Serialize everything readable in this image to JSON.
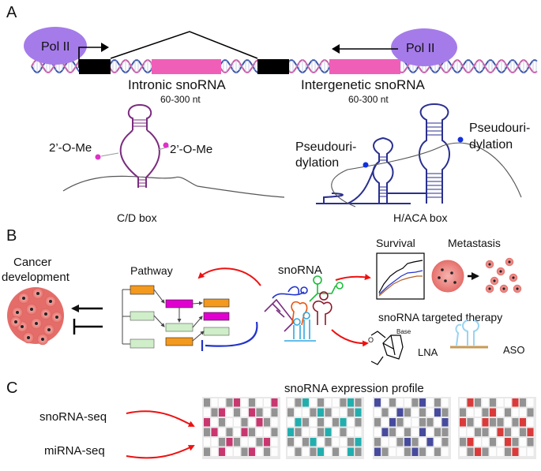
{
  "panels": {
    "a": "A",
    "b": "B",
    "c": "C"
  },
  "panel_a": {
    "pol_left": "Pol II",
    "pol_right": "Pol II",
    "intronic_label": "Intronic snoRNA",
    "intronic_size": "60-300 nt",
    "intergenic_label": "Intergenetic snoRNA",
    "intergenic_size": "60-300 nt",
    "methyl_left": "2’-O-Me",
    "methyl_right": "2’-O-Me",
    "cd_box": "C/D box",
    "pseudo_left_1": "Pseudouri-",
    "pseudo_left_2": "dylation",
    "pseudo_right_1": "Pseudouri-",
    "pseudo_right_2": "dylation",
    "haca_box": "H/ACA box"
  },
  "panel_b": {
    "cancer_1": "Cancer",
    "cancer_2": "development",
    "pathway": "Pathway",
    "snorna": "snoRNA",
    "survival": "Survival",
    "metastasis": "Metastasis",
    "therapy": "snoRNA targeted therapy",
    "lna": "LNA",
    "aso": "ASO",
    "base": "Base",
    "oh": "O"
  },
  "panel_c": {
    "profile": "snoRNA expression profile",
    "seq1": "snoRNA-seq",
    "seq2": "miRNA-seq"
  },
  "heatmaps": [
    {
      "accent": "#c2185b",
      "cells": [
        0,
        1,
        1,
        0,
        2,
        1,
        0,
        1,
        1,
        2,
        1,
        0,
        2,
        1,
        0,
        1,
        2,
        0,
        1,
        0,
        2,
        1,
        0,
        1,
        1,
        0,
        1,
        2,
        0,
        1,
        0,
        2,
        1,
        0,
        1,
        2,
        0,
        1,
        1,
        0,
        1,
        1,
        0,
        2,
        0,
        1,
        1,
        0,
        2,
        1,
        0,
        1,
        2,
        1,
        1,
        0,
        2,
        1,
        0,
        1
      ]
    },
    {
      "accent": "#00a3a3",
      "cells": [
        1,
        0,
        2,
        1,
        0,
        1,
        1,
        0,
        2,
        0,
        0,
        1,
        1,
        0,
        2,
        0,
        1,
        1,
        0,
        2,
        1,
        2,
        0,
        1,
        0,
        1,
        0,
        2,
        1,
        0,
        2,
        0,
        1,
        1,
        0,
        2,
        1,
        0,
        1,
        1,
        0,
        1,
        0,
        2,
        1,
        0,
        1,
        1,
        0,
        2,
        1,
        0,
        1,
        0,
        2,
        1,
        0,
        1,
        2,
        0
      ]
    },
    {
      "accent": "#2a2f8f",
      "cells": [
        2,
        1,
        0,
        1,
        1,
        0,
        2,
        1,
        0,
        1,
        1,
        0,
        1,
        2,
        0,
        1,
        0,
        1,
        2,
        0,
        0,
        1,
        2,
        0,
        1,
        1,
        0,
        0,
        1,
        2,
        1,
        2,
        0,
        1,
        0,
        1,
        2,
        1,
        0,
        0,
        0,
        1,
        1,
        0,
        2,
        0,
        1,
        2,
        1,
        0,
        2,
        0,
        1,
        1,
        0,
        2,
        0,
        1,
        0,
        1
      ]
    },
    {
      "accent": "#d81b1b",
      "cells": [
        1,
        2,
        0,
        1,
        0,
        1,
        1,
        2,
        0,
        1,
        0,
        1,
        1,
        0,
        2,
        1,
        0,
        1,
        1,
        0,
        2,
        0,
        1,
        2,
        0,
        0,
        1,
        0,
        2,
        1,
        1,
        1,
        0,
        0,
        1,
        2,
        0,
        1,
        0,
        2,
        0,
        2,
        1,
        1,
        0,
        1,
        2,
        0,
        1,
        0,
        1,
        0,
        2,
        0,
        1,
        1,
        0,
        2,
        1,
        1
      ]
    }
  ]
}
